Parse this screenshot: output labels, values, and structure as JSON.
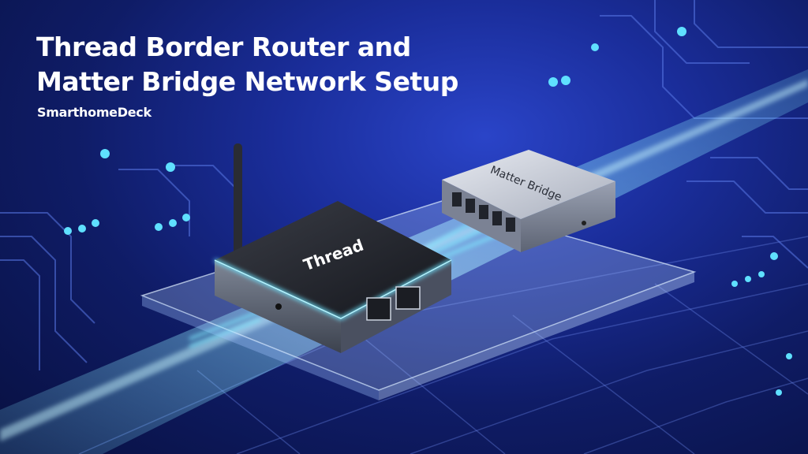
{
  "header": {
    "title_line1": "Thread Border Router and",
    "title_line2": "Matter Bridge Network Setup",
    "brand": "SmarthomeDeck"
  },
  "devices": {
    "router_label": "Thread",
    "bridge_label": "Matter Bridge"
  },
  "colors": {
    "background": "#1a2d9a",
    "glow": "#5fd8ff",
    "text": "#ffffff"
  }
}
